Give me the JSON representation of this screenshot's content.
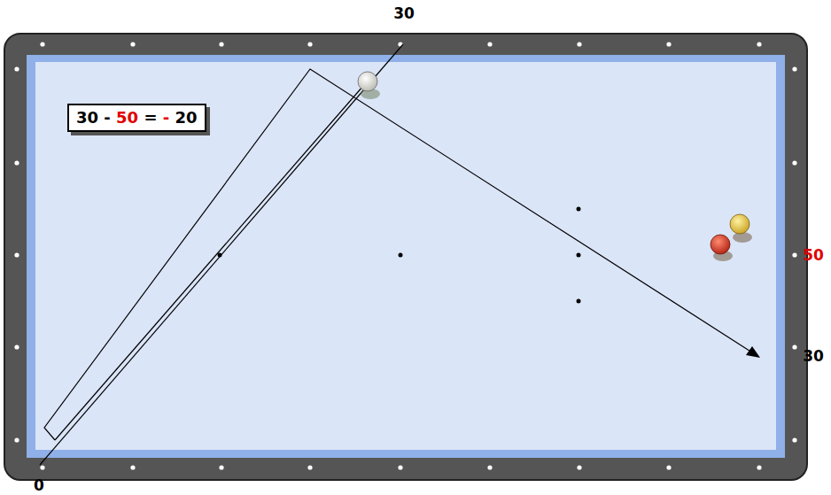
{
  "diagram": {
    "nodes": [
      {
        "text": [
          "30 -",
          "50",
          "=",
          "-",
          "20"
        ]
      }
    ],
    "labels": [
      "30",
      "50",
      "30",
      "0"
    ]
  }
}
